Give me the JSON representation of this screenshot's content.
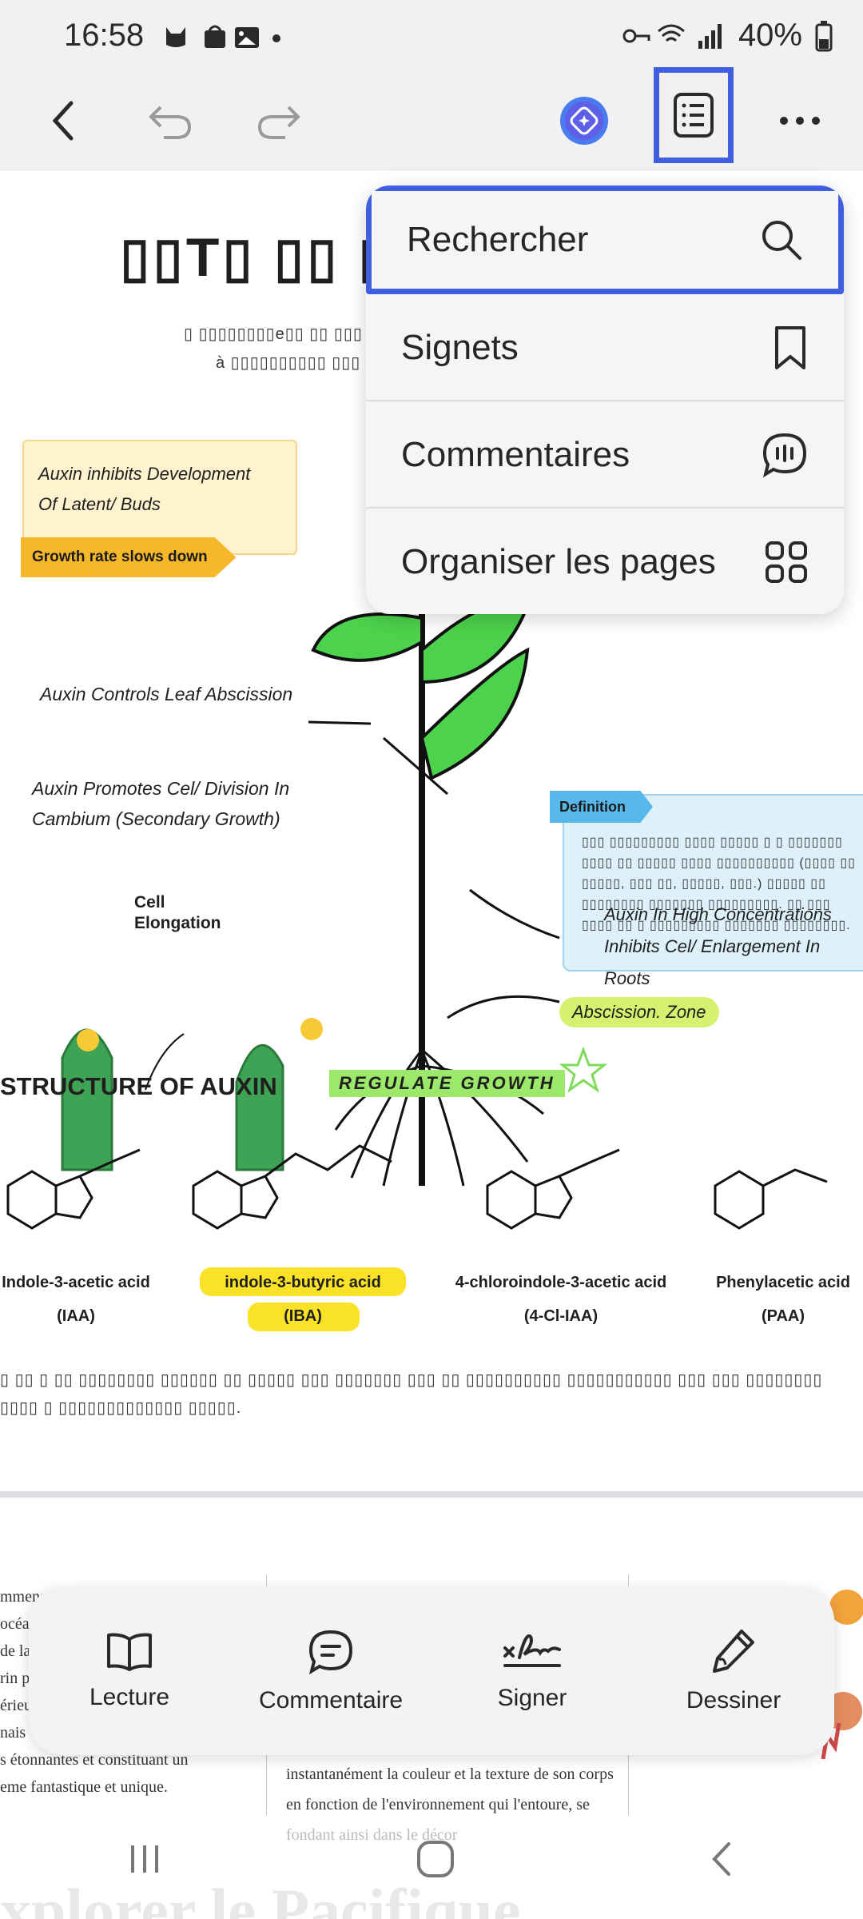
{
  "status_bar": {
    "time": "16:58",
    "battery": "40%"
  },
  "toolbar": {
    "back": "back-icon",
    "undo": "undo-icon",
    "redo": "redo-icon",
    "ai": "ai-sparkle-icon",
    "outline": "outline-list-icon",
    "more": "more-icon"
  },
  "menu": {
    "items": [
      {
        "label": "Rechercher",
        "icon": "search-icon"
      },
      {
        "label": "Signets",
        "icon": "bookmark-icon"
      },
      {
        "label": "Commentaires",
        "icon": "comments-icon"
      },
      {
        "label": "Organiser les pages",
        "icon": "grid-icon"
      }
    ]
  },
  "document": {
    "title_garbled": "▯▯T▯ ▯▯ ▯▯▯",
    "sub_garbled_1": "▯ ▯▯▯▯▯▯▯▯e▯▯ ▯▯ ▯▯▯",
    "sub_garbled_2": "à ▯▯▯▯▯▯▯▯▯▯ ▯▯▯",
    "auxin_inhibits": "Auxin inhibits Development",
    "auxin_inhibits_2": "Of Latent/ Buds",
    "growth_rate": "Growth rate slows down",
    "leaf_abscission": "Auxin Controls Leaf Abscission",
    "cell_division_1": "Auxin Promotes Cel/ Division In",
    "cell_division_2": "Cambium (Secondary Growth)",
    "cell_elongation_1": "Cell",
    "cell_elongation_2": "Elongation",
    "definition": "Definition",
    "abscission_zone": "Abscission. Zone",
    "high_conc_1": "Auxin In High Concentrations",
    "high_conc_2": "Inhibits Cel/ Enlargement In",
    "high_conc_3": "Roots",
    "structure_title": "STRUCTURE OF AUXIN",
    "regulate": "REGULATE GROWTH",
    "molecules": [
      {
        "name": "Indole-3-acetic acid",
        "abbr": "(IAA)"
      },
      {
        "name": "indole-3-butyric acid",
        "abbr": "(IBA)"
      },
      {
        "name": "4-chloroindole-3-acetic acid",
        "abbr": "(4-Cl-IAA)"
      },
      {
        "name": "Phenylacetic acid",
        "abbr": "(PAA)"
      }
    ],
    "page2_left_1": "mmense",
    "page2_left_2": "océa",
    "page2_left_3": "de la",
    "page2_left_4": "rin p",
    "page2_left_5": "érieu",
    "page2_left_6": "nais",
    "page2_left_7": "s étonnantes et constituant un",
    "page2_left_8": "eme fantastique et unique.",
    "page2_mid_1": "instantanément la couleur et la texture de son corps",
    "page2_mid_2": "en fonction de l'environnement qui l'entoure, se",
    "page2_mid_3": "fondant ainsi dans le décor",
    "page2_heading": "xplorer le Pacifique"
  },
  "bottom_bar": {
    "items": [
      {
        "label": "Lecture",
        "icon": "book-icon"
      },
      {
        "label": "Commentaire",
        "icon": "comment-icon"
      },
      {
        "label": "Signer",
        "icon": "signature-icon"
      },
      {
        "label": "Dessiner",
        "icon": "pen-icon"
      }
    ]
  },
  "nav_bar": {
    "recents": "recents-icon",
    "home": "home-icon",
    "back": "nav-back-icon"
  },
  "colors": {
    "highlight": "#3f5fe0",
    "toolbar_bg": "#f1f1f3",
    "menu_bg": "#f5f5f7"
  }
}
